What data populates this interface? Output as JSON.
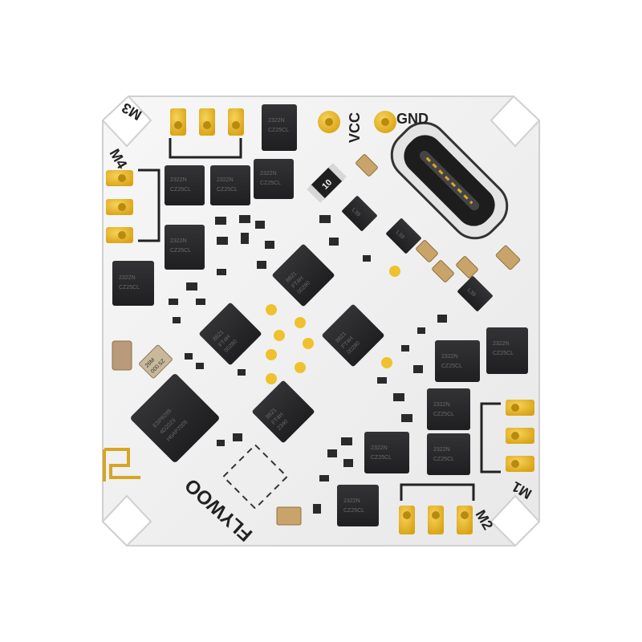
{
  "board": {
    "brand": "FLYWOO",
    "labels": {
      "vcc": "VCC",
      "gnd": "GND",
      "m1": "M1",
      "m2": "M2",
      "m3": "M3",
      "m4": "M4"
    },
    "mosfet_marking": [
      "2322N",
      "CZ25CL"
    ],
    "esc_chip_marking": [
      "8821",
      "FT4H",
      "00280",
      "2340"
    ],
    "mcu_marking": [
      "ESP8285",
      "4D2023",
      "H6AP7005"
    ],
    "resistor_marking": "10",
    "small_part_marking": "L39",
    "crystal_marking": [
      "26M",
      "000.5Z"
    ]
  },
  "colors": {
    "pcb": "#f2f2f2",
    "pad_gold": "#e8b722",
    "chip": "#2a2a2c",
    "silk": "#1e1e1e"
  }
}
